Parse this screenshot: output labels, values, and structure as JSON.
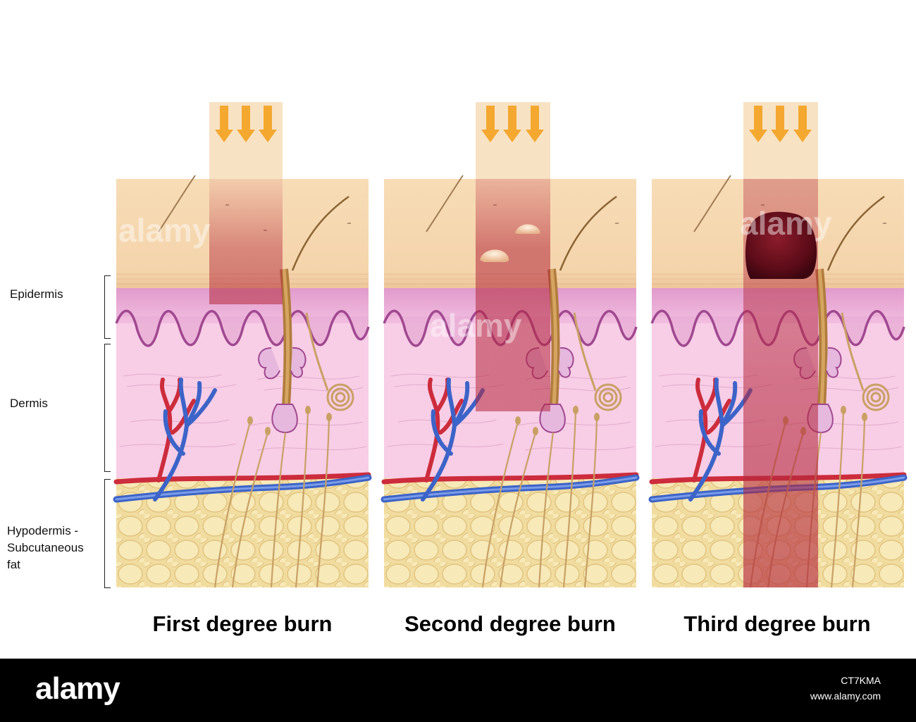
{
  "layers": [
    {
      "name": "Epidermis"
    },
    {
      "name": "Dermis"
    },
    {
      "name": "Hypodermis -",
      "sub": [
        "Subcutaneous",
        "fat"
      ]
    }
  ],
  "panels": [
    {
      "caption": "First degree burn"
    },
    {
      "caption": "Second degree burn"
    },
    {
      "caption": "Third degree burn"
    }
  ],
  "footer": {
    "logo": "alamy",
    "image_id": "CT7KMA",
    "site": "www.alamy.com"
  },
  "watermark": "alamy",
  "colors": {
    "epidermis_top": "#f6dcb6",
    "epidermis_base": "#e3a1cc",
    "dermis": "#f8cde6",
    "fat": "#f1dca0",
    "artery": "#cc2c3c",
    "vein": "#3c64c8",
    "burn_zone": "#b4283c",
    "heat_arrow": "#f4a830",
    "heat_column": "#f8e2c4"
  }
}
